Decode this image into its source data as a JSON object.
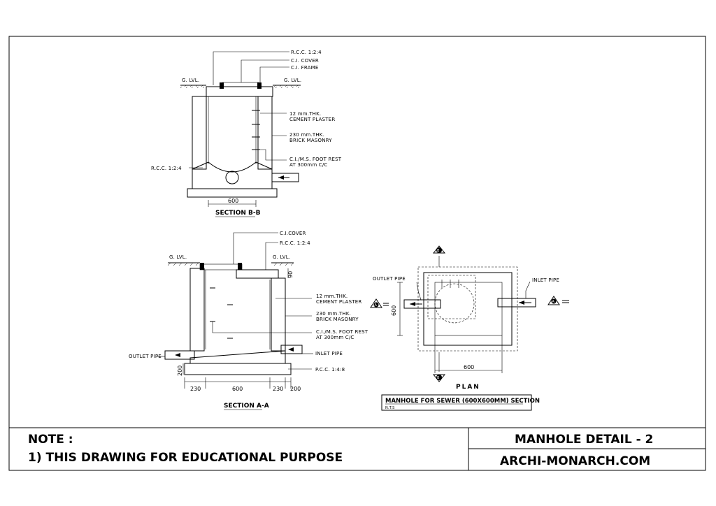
{
  "section_bb": {
    "title": "SECTION B-B",
    "labels": {
      "rcc_top": "R.C.C. 1:2:4",
      "ci_cover": "C.I. COVER",
      "ci_frame": "C.I. FRAME",
      "g_lvl_left": "G. LVL.",
      "g_lvl_right": "G. LVL.",
      "plaster_1": "12 mm.THK.",
      "plaster_2": "CEMENT PLASTER",
      "masonry_1": "230 mm.THK.",
      "masonry_2": "BRICK MASONRY",
      "footrest_1": "C.I./M.S. FOOT REST",
      "footrest_2": "AT 300mm C/C",
      "rcc_bottom": "R.C.C. 1:2:4",
      "dim_width": "600"
    }
  },
  "section_aa": {
    "title": "SECTION A-A",
    "labels": {
      "ci_cover": "C.I.COVER",
      "rcc": "R.C.C. 1:2:4",
      "g_lvl_left": "G. LVL.",
      "g_lvl_right": "G. LVL.",
      "dim_side": "90",
      "plaster_1": "12 mm.THK.",
      "plaster_2": "CEMENT PLASTER",
      "masonry_1": "230 mm.THK.",
      "masonry_2": "BRICK MASONRY",
      "footrest_1": "C.I./M.S. FOOT REST",
      "footrest_2": "AT 300mm C/C",
      "inlet_pipe": "INLET PIPE",
      "outlet_pipe": "OUTLET PIPE",
      "pcc": "P.C.C. 1:4:8",
      "dim_pcc": "200",
      "dims_bottom": [
        "230",
        "600",
        "230",
        "200"
      ]
    }
  },
  "plan": {
    "title": "PLAN",
    "outlet_pipe": "OUTLET PIPE",
    "inlet_pipe": "INLET PIPE",
    "dim_vertical": "600",
    "dim_horizontal": "600",
    "marker_b": "B",
    "marker_a": "A",
    "caption": "MANHOLE FOR SEWER (600X600MM) SECTION",
    "caption_sub": "N.T.S"
  },
  "title_block": {
    "note_heading": "NOTE :",
    "note_text": "1) THIS DRAWING FOR EDUCATIONAL PURPOSE",
    "drawing_title": "MANHOLE DETAIL - 2",
    "website": "ARCHI-MONARCH.COM"
  }
}
